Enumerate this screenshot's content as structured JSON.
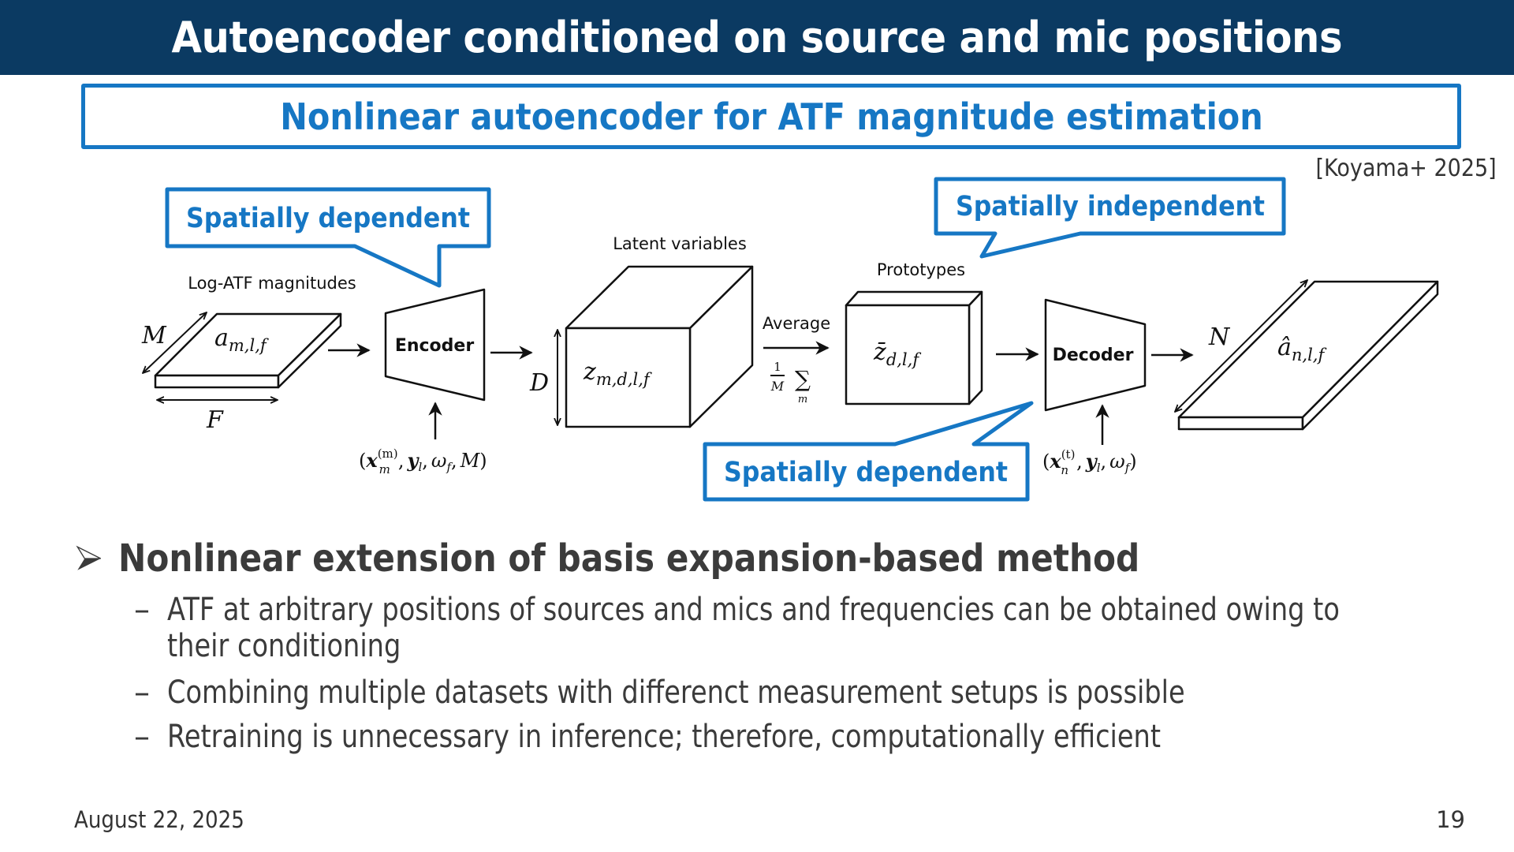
{
  "slide": {
    "title": "Autoencoder conditioned on source and mic positions",
    "subtitle": "Nonlinear autoencoder for ATF magnitude estimation",
    "citation": "[Koyama+ 2025]",
    "date": "August 22, 2025",
    "page_number": "19"
  },
  "colors": {
    "title_bar": "#0b3a62",
    "accent_blue": "#1677c4",
    "body_text": "#3b3b3b"
  },
  "diagram": {
    "callouts": {
      "encoder": "Spatially dependent",
      "prototypes": "Spatially independent",
      "decoder": "Spatially dependent"
    },
    "input": {
      "caption": "Log-ATF magnitudes",
      "symbol_base": "a",
      "symbol_sub": "m,l,f",
      "dim_depth": "M",
      "dim_width": "F"
    },
    "encoder": {
      "label": "Encoder",
      "condition": "(x_m^(m), y_l, ω_f, M)",
      "cond_parts": {
        "open": "(",
        "x": "x",
        "x_sup": "(m)",
        "x_sub": "m",
        "sep1": ",",
        "y": "y",
        "y_sub": "l",
        "sep2": ",",
        "omega": "ω",
        "omega_sub": "f",
        "sep3": ",",
        "M": "M",
        "close": ")"
      }
    },
    "latent": {
      "caption": "Latent variables",
      "symbol_base": "z",
      "symbol_sub": "m,d,l,f",
      "dim_height": "D"
    },
    "average": {
      "label": "Average",
      "frac_num": "1",
      "frac_den": "M",
      "sum_symbol": "∑",
      "sum_index": "m"
    },
    "prototypes": {
      "caption": "Prototypes",
      "symbol_base": "z̄",
      "symbol_sub": "d,l,f"
    },
    "decoder": {
      "label": "Decoder",
      "condition": "(x_n^(t), y_l, ω_f)",
      "cond_parts": {
        "open": "(",
        "x": "x",
        "x_sup": "(t)",
        "x_sub": "n",
        "sep1": ",",
        "y": "y",
        "y_sub": "l",
        "sep2": ",",
        "omega": "ω",
        "omega_sub": "f",
        "close": ")"
      }
    },
    "output": {
      "symbol_base": "â",
      "symbol_sub": "n,l,f",
      "dim_depth": "N"
    }
  },
  "bullets": {
    "heading": "Nonlinear extension of basis expansion-based method",
    "items": [
      {
        "dash": "–",
        "lines": [
          "ATF at arbitrary positions of sources and mics and frequencies can be obtained owing to",
          "their conditioning"
        ]
      },
      {
        "dash": "–",
        "lines": [
          "Combining multiple datasets with differenct measurement setups is possible"
        ]
      },
      {
        "dash": "–",
        "lines": [
          "Retraining is unnecessary in inference; therefore, computationally efficient"
        ]
      }
    ]
  }
}
